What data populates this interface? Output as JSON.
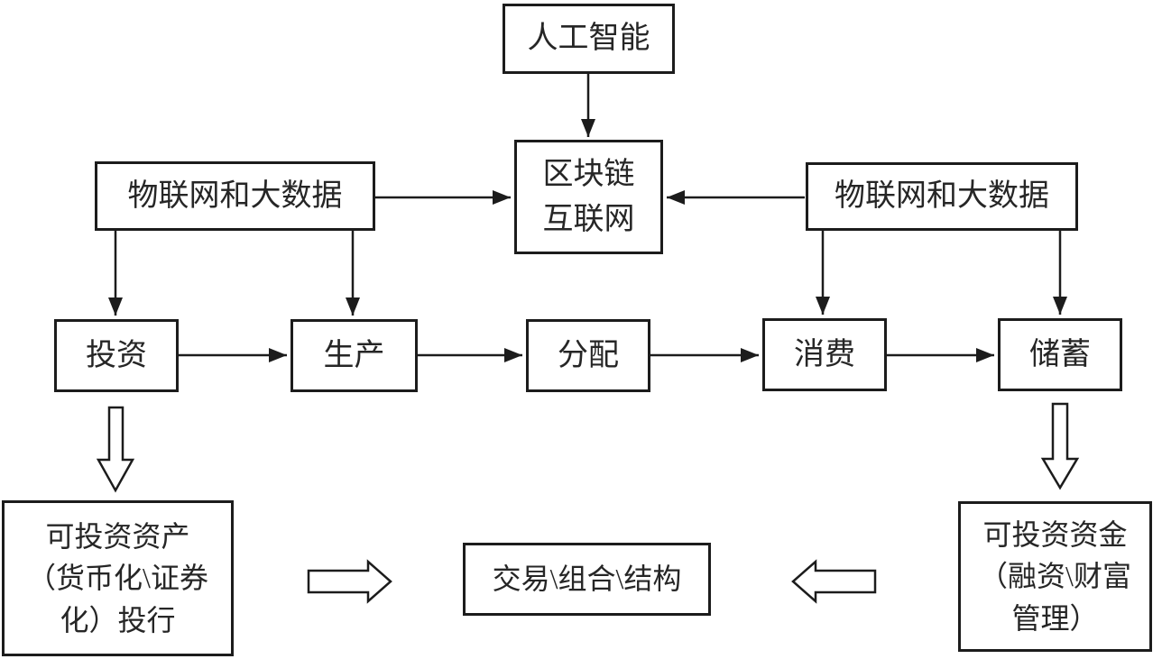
{
  "diagram": {
    "title": "blockchain-economy-flowchart",
    "colors": {
      "background": "#ffffff",
      "line": "#1c1c1c",
      "text": "#262626"
    },
    "nodes": {
      "ai": {
        "label": "人工智能"
      },
      "blockchain": {
        "lines": [
          "区块链",
          "互联网"
        ]
      },
      "iot_left": {
        "label": "物联网和大数据"
      },
      "iot_right": {
        "label": "物联网和大数据"
      },
      "investment": {
        "label": "投资"
      },
      "production": {
        "label": "生产"
      },
      "distribution": {
        "label": "分配"
      },
      "consumption": {
        "label": "消费"
      },
      "savings": {
        "label": "储蓄"
      },
      "investable_assets": {
        "lines": [
          "可投资资产",
          "（货币化\\证券",
          "化）投行"
        ]
      },
      "trading": {
        "label": "交易\\组合\\结构"
      },
      "investable_funds": {
        "lines": [
          "可投资资金",
          "（融资\\财富",
          "管理）"
        ]
      }
    }
  }
}
